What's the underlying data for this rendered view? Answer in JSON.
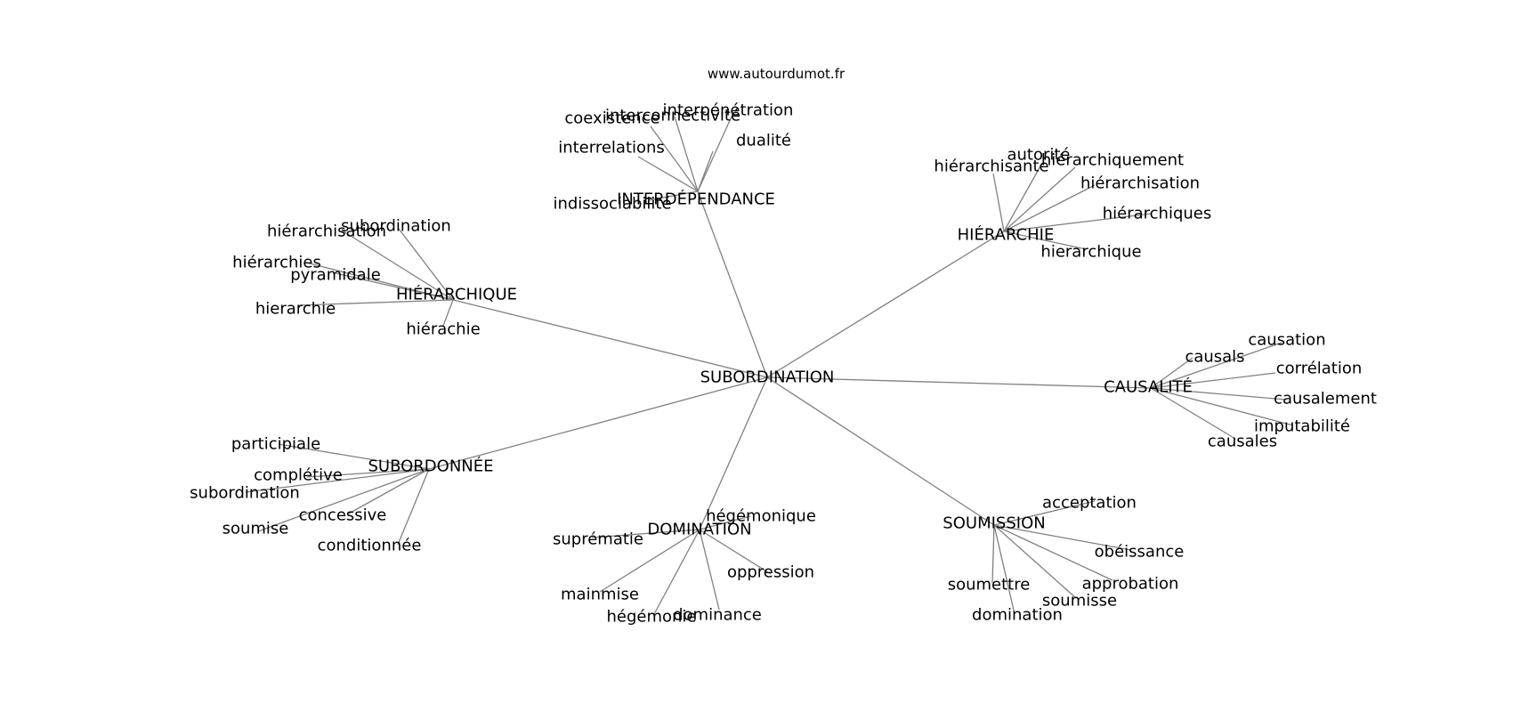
{
  "watermark": "www.autourdumot.fr",
  "colors": {
    "edge": "#808080",
    "text": "#000000",
    "background": "#ffffff"
  },
  "center": {
    "label": "SUBORDINATION"
  },
  "clusters": [
    {
      "id": "interdependance",
      "label": "INTERDÉPENDANCE",
      "words": [
        "interpénétration",
        "interconnectivité",
        "coexistence",
        "dualité",
        "interrelations",
        "indissociabilité"
      ]
    },
    {
      "id": "hierarchie",
      "label": "HIÉRARCHIE",
      "words": [
        "autorité",
        "hiérarchiquement",
        "hiérarchisante",
        "hiérarchisation",
        "hiérarchiques",
        "hierarchique"
      ]
    },
    {
      "id": "hierarchique",
      "label": "HIÉRARCHIQUE",
      "words": [
        "subordination",
        "hiérarchisation",
        "hiérarchies",
        "pyramidale",
        "hierarchie",
        "hiérachie"
      ]
    },
    {
      "id": "causalite",
      "label": "CAUSALITÉ",
      "words": [
        "causation",
        "causals",
        "corrélation",
        "causalement",
        "imputabilité",
        "causales"
      ]
    },
    {
      "id": "subordonnee",
      "label": "SUBORDONNÉE",
      "words": [
        "participiale",
        "complétive",
        "subordination",
        "concessive",
        "soumise",
        "conditionnée"
      ]
    },
    {
      "id": "domination",
      "label": "DOMINATION",
      "words": [
        "hégémonique",
        "suprématie",
        "oppression",
        "mainmise",
        "hégémonie",
        "dominance"
      ]
    },
    {
      "id": "soumission",
      "label": "SOUMISSION",
      "words": [
        "acceptation",
        "obéissance",
        "approbation",
        "soumettre",
        "soumisse",
        "domination"
      ]
    }
  ]
}
